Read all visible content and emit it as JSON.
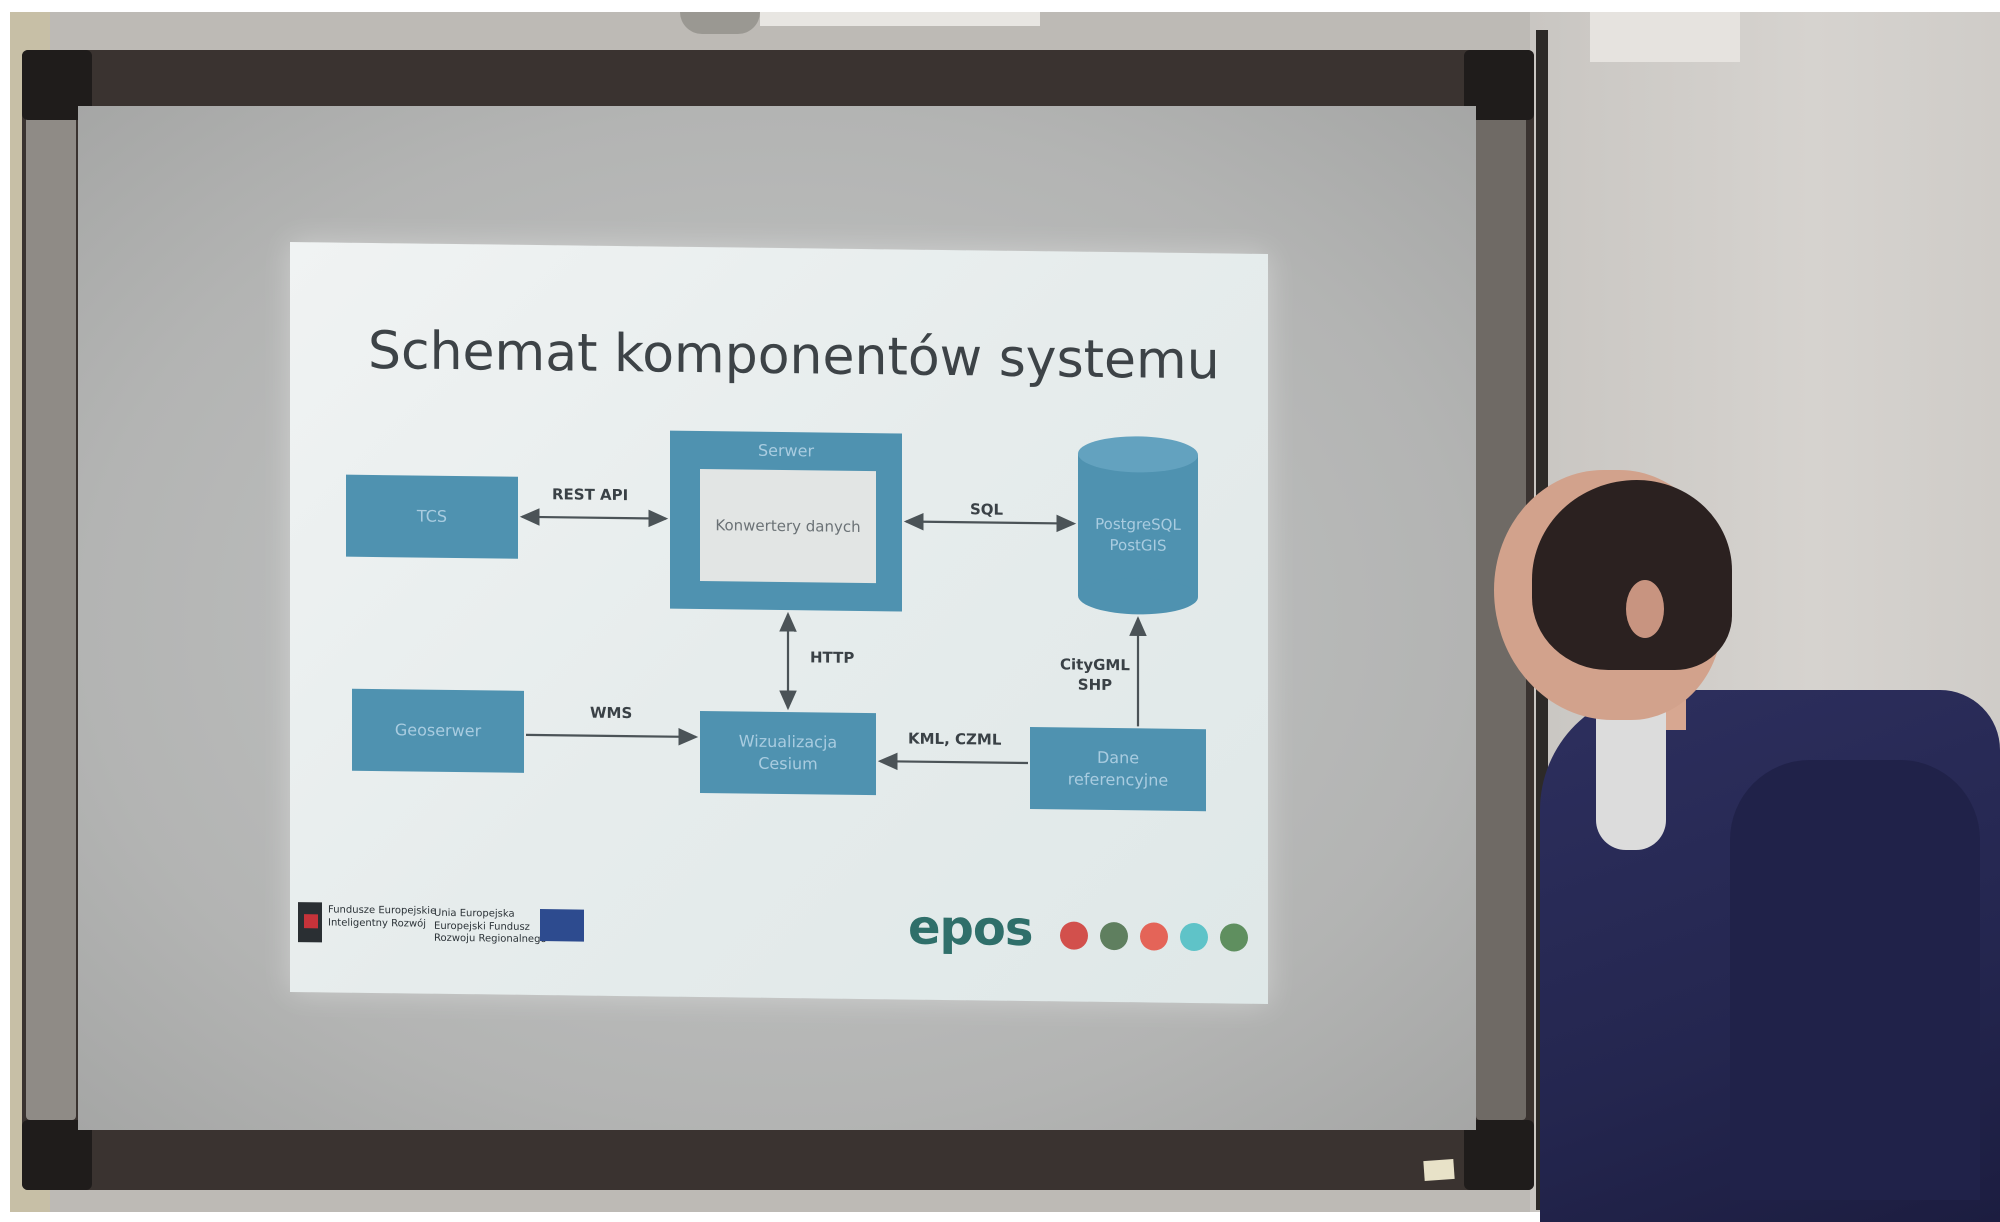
{
  "slide": {
    "title": "Schemat komponentów systemu",
    "boxes": {
      "tcs": "TCS",
      "server": "Serwer",
      "converter": "Konwertery danych",
      "database": "PostgreSQL\nPostGIS",
      "geoserver": "Geoserwer",
      "visualization": "Wizualizacja\nCesium",
      "reference": "Dane\nreferencyjne"
    },
    "connections": {
      "rest_api": "REST API",
      "sql": "SQL",
      "http": "HTTP",
      "wms": "WMS",
      "kml_czml": "KML, CZML",
      "citygml_shp": "CityGML\nSHP"
    },
    "footer": {
      "fund_logo": "Fundusze Europejskie\nInteligentny Rozwój",
      "eu_logo": "Unia Europejska\nEuropejski Fundusz\nRozwoju Regionalnego",
      "brand": "epos"
    }
  },
  "colors": {
    "diagram_box": "#4f92b0",
    "slide_background": "#e8eded",
    "brand_dots": [
      "#d2504c",
      "#5f7f5f",
      "#e46458",
      "#5fc3c8",
      "#5f8f5f"
    ]
  }
}
